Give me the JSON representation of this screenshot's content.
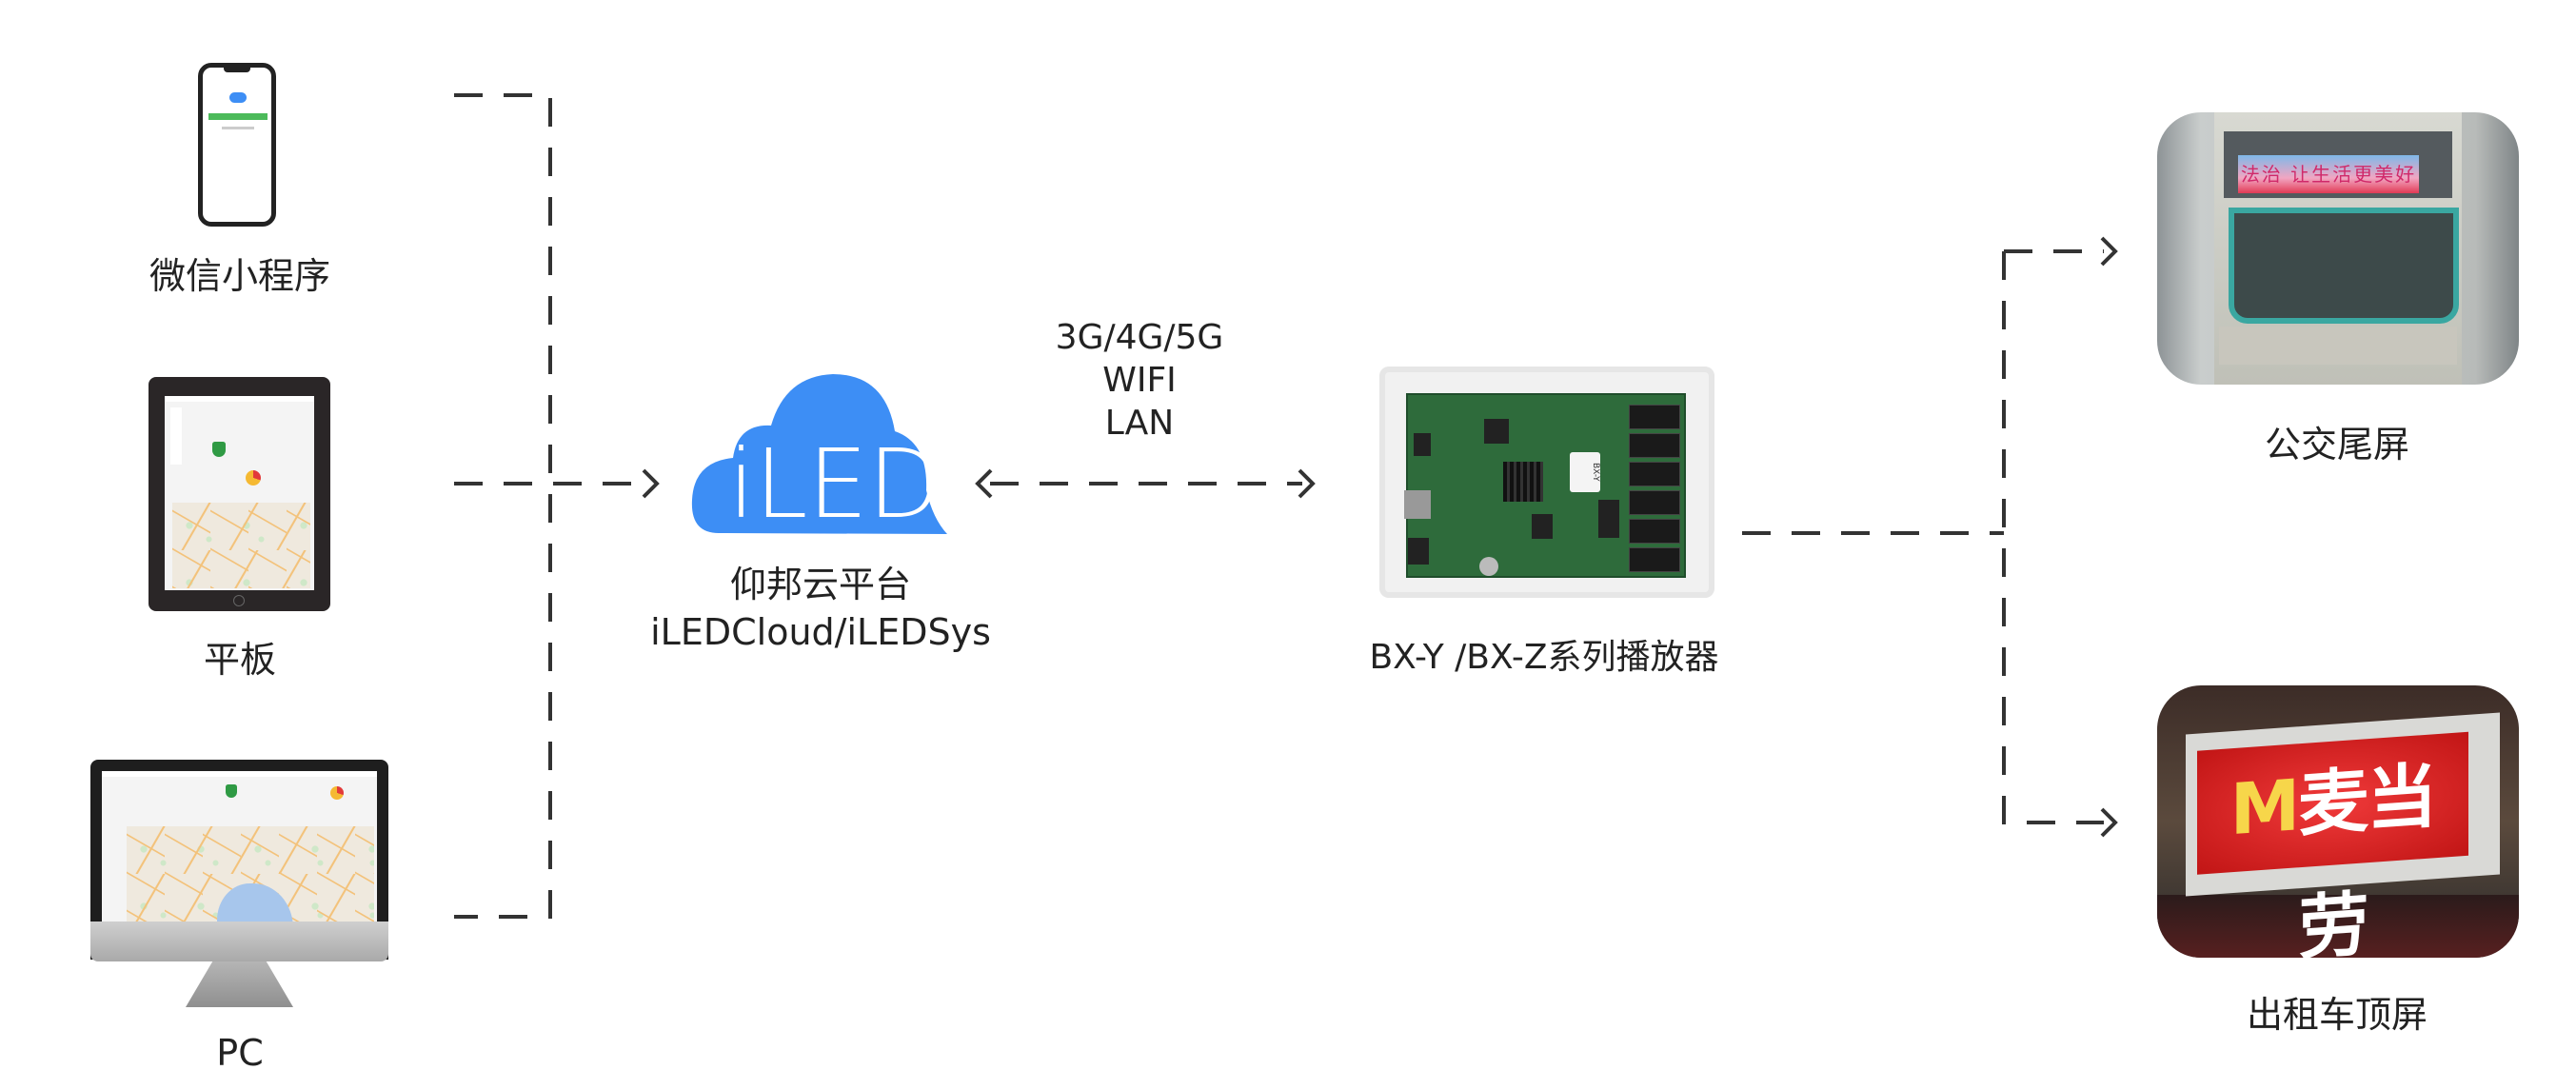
{
  "sources": [
    {
      "label": "微信小程序",
      "icon": "phone-icon"
    },
    {
      "label": "平板",
      "icon": "tablet-icon"
    },
    {
      "label": "PC",
      "icon": "desktop-icon"
    }
  ],
  "platform": {
    "logo_text": "iLED",
    "name": "仰邦云平台",
    "subtitle": "iLEDCloud/iLEDSys",
    "brand_color": "#3d8ef5"
  },
  "connection": {
    "lines": [
      "3G/4G/5G",
      "WIFI",
      "LAN"
    ]
  },
  "player": {
    "label": "BX-Y /BX-Z系列播放器",
    "sticker": "BX-Y"
  },
  "outputs": [
    {
      "label": "公交尾屏",
      "screen_text": "法治 让生活更美好"
    },
    {
      "label": "出租车顶屏",
      "logo": "M",
      "screen_text": "麦当劳"
    }
  ],
  "line_color": "#333333"
}
